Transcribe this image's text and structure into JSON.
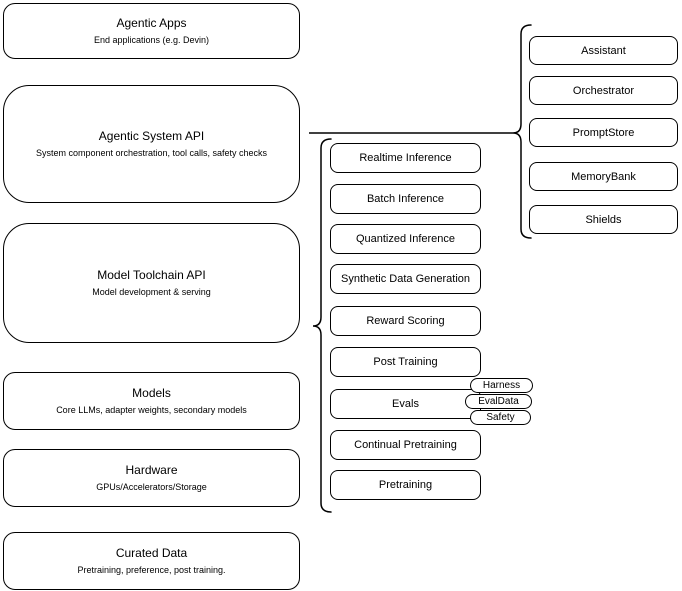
{
  "colors": {
    "stroke": "#000000",
    "fill": "#ffffff",
    "background": "#ffffff"
  },
  "stack": {
    "agentic_apps": {
      "title": "Agentic Apps",
      "subtitle": "End applications (e.g. Devin)"
    },
    "agentic_system_api": {
      "title": "Agentic System API",
      "subtitle": "System component orchestration, tool calls, safety checks"
    },
    "model_toolchain_api": {
      "title": "Model Toolchain API",
      "subtitle": "Model development & serving"
    },
    "models": {
      "title": "Models",
      "subtitle": "Core LLMs, adapter weights, secondary models"
    },
    "hardware": {
      "title": "Hardware",
      "subtitle": "GPUs/Accelerators/Storage"
    },
    "curated_data": {
      "title": "Curated Data",
      "subtitle": "Pretraining, preference, post training."
    }
  },
  "toolchain_components": {
    "items": [
      "Realtime Inference",
      "Batch Inference",
      "Quantized Inference",
      "Synthetic Data Generation",
      "Reward Scoring",
      "Post Training",
      "Evals",
      "Continual Pretraining",
      "Pretraining"
    ]
  },
  "eval_tags": {
    "items": [
      "Harness",
      "EvalData",
      "Safety"
    ]
  },
  "system_components": {
    "items": [
      "Assistant",
      "Orchestrator",
      "PromptStore",
      "MemoryBank",
      "Shields"
    ]
  }
}
